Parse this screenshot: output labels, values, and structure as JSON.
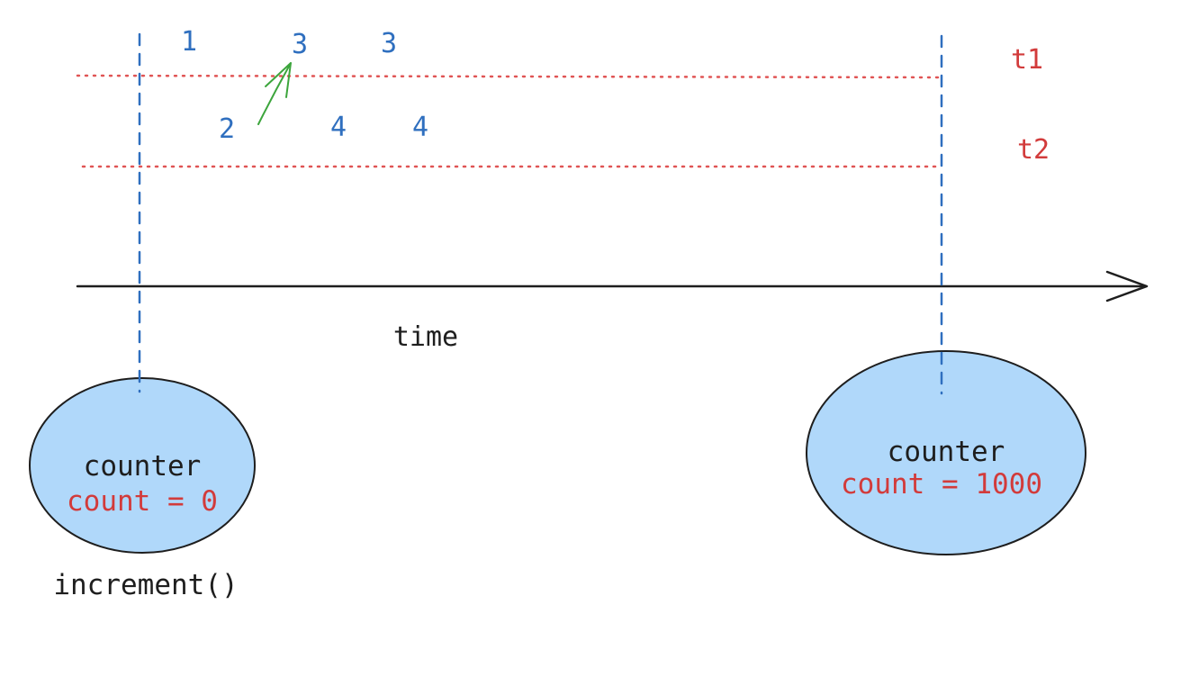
{
  "colors": {
    "blue_dash": "#2f6fbf",
    "red_dot": "#e05454",
    "number_blue": "#2f6fbf",
    "thread_red": "#d23b3b",
    "axis_black": "#1e1e1e",
    "ellipse_fill": "#b0d8fa",
    "arrow_green": "#3ca53c"
  },
  "threads": {
    "t1": "t1",
    "t2": "t2"
  },
  "numbers": {
    "n1": "1",
    "n2": "2",
    "n3a": "3",
    "n3b": "3",
    "n4a": "4",
    "n4b": "4"
  },
  "axis": {
    "label": "time"
  },
  "start_node": {
    "title": "counter",
    "value": "count = 0",
    "caption": "increment()"
  },
  "end_node": {
    "title": "counter",
    "value": "count = 1000"
  }
}
